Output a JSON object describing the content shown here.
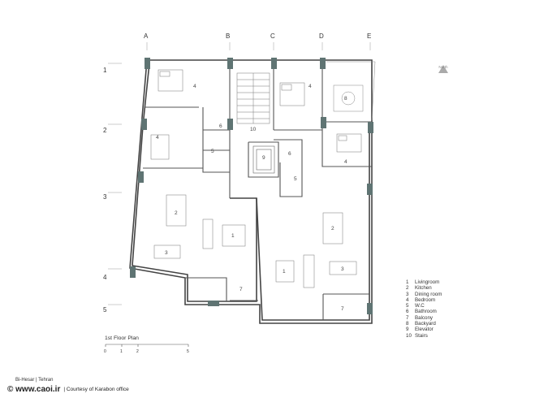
{
  "column_axes": [
    {
      "label": "A"
    },
    {
      "label": "B"
    },
    {
      "label": "C"
    },
    {
      "label": "D"
    },
    {
      "label": "E"
    }
  ],
  "row_axes": [
    {
      "label": "1"
    },
    {
      "label": "2"
    },
    {
      "label": "3"
    },
    {
      "label": "4"
    },
    {
      "label": "5"
    }
  ],
  "room_numbers": {
    "livingroom": "1",
    "kitchen": "2",
    "dining": "3",
    "bedroom": "4",
    "wc": "5",
    "bathroom": "6",
    "balcony": "7",
    "backyard": "8",
    "elevator": "9",
    "stairs": "10"
  },
  "legend": [
    {
      "num": "1",
      "label": "Livingroom"
    },
    {
      "num": "2",
      "label": "Kitchen"
    },
    {
      "num": "3",
      "label": "Dining room"
    },
    {
      "num": "4",
      "label": "Bedroom"
    },
    {
      "num": "5",
      "label": "W.C"
    },
    {
      "num": "6",
      "label": "Bathroom"
    },
    {
      "num": "7",
      "label": "Balcony"
    },
    {
      "num": "8",
      "label": "Backyard"
    },
    {
      "num": "9",
      "label": "Elevator"
    },
    {
      "num": "10",
      "label": "Stairs"
    }
  ],
  "plan_title": "1st Floor Plan",
  "scale_bar": {
    "ticks": [
      "0",
      "1",
      "2",
      "5"
    ]
  },
  "north_label": "North",
  "project_caption": "Bi-Hesar | Tehran",
  "site": "© www.caoi.ir",
  "credit": "|  Courtesy of Karabon office",
  "colors": {
    "column": "#5f7473",
    "wall": "#444444",
    "light": "#9a9a9a"
  }
}
